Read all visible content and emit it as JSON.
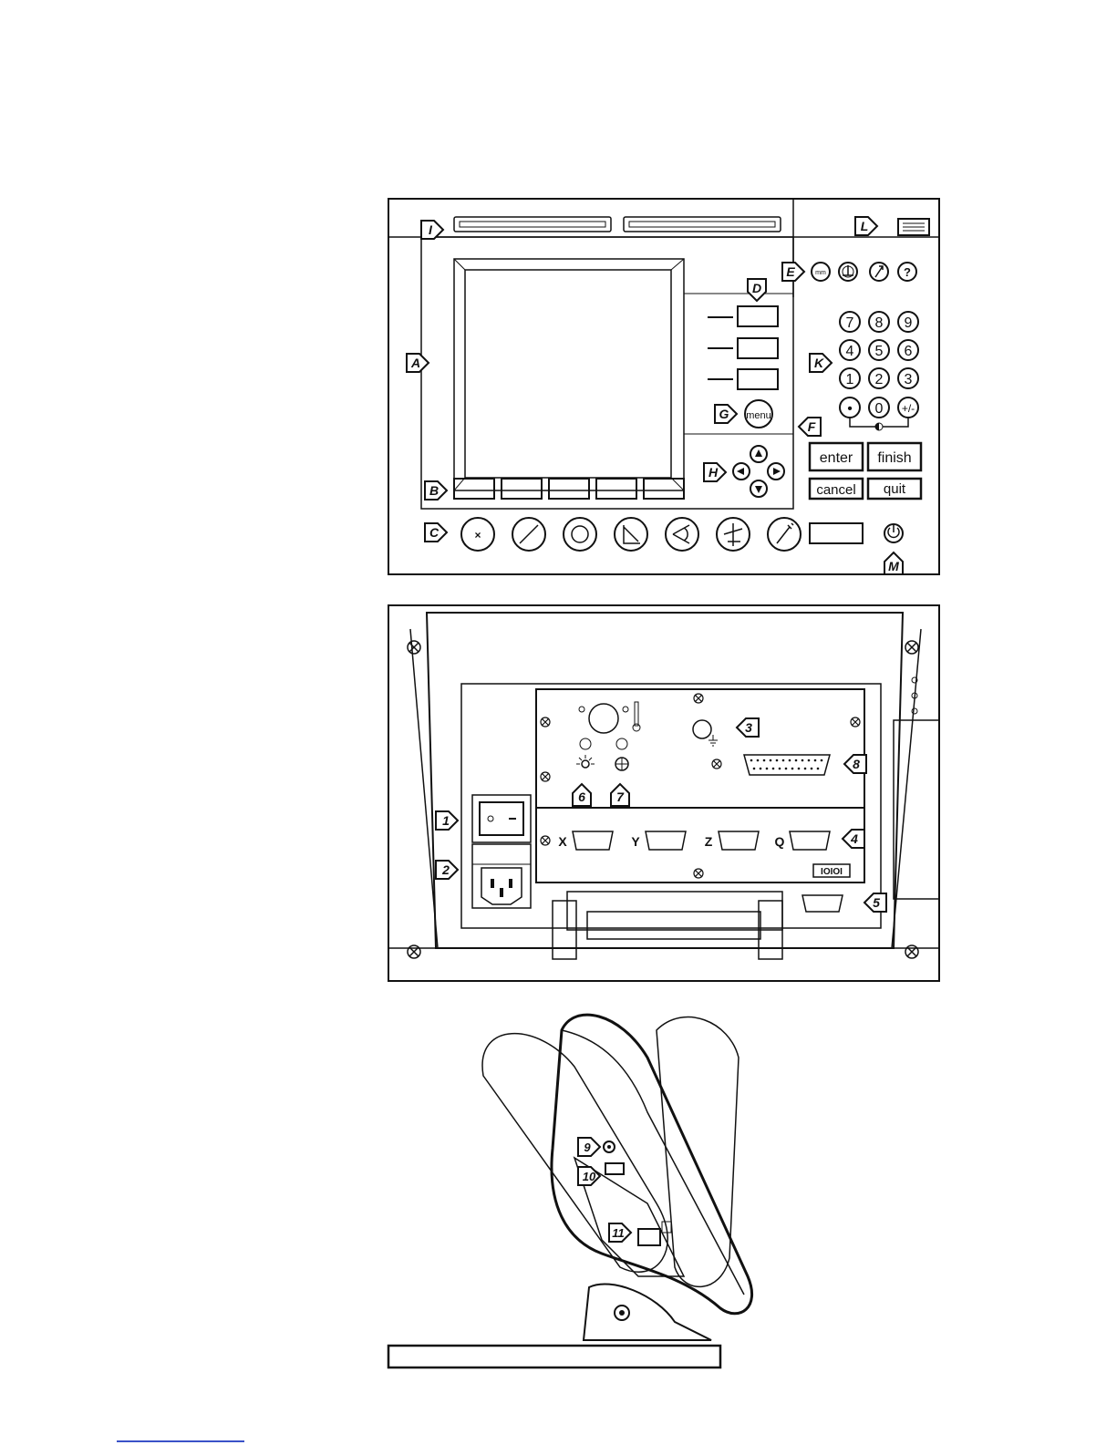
{
  "front_panel": {
    "callouts": {
      "I": "I",
      "L": "L",
      "E": "E",
      "D": "D",
      "A": "A",
      "K": "K",
      "G": "G",
      "F": "F",
      "H": "H",
      "B": "B",
      "C": "C",
      "M": "M"
    },
    "keypad": {
      "digits": [
        "7",
        "8",
        "9",
        "4",
        "5",
        "6",
        "1",
        "2",
        "3",
        "0"
      ],
      "decimal": "•",
      "plus_minus": "+/-"
    },
    "unit_key": "mm",
    "menu_key": "menu",
    "buttons": {
      "enter": "enter",
      "finish": "finish",
      "cancel": "cancel",
      "quit": "quit"
    },
    "icons": [
      "mm-key-icon",
      "datum-icon",
      "probe-icon",
      "help-icon",
      "measure-point-icon",
      "measure-line-icon",
      "measure-circle-icon",
      "measure-distance-icon",
      "measure-angle-icon",
      "measure-skew-icon",
      "measure-magic-wand-icon",
      "power-icon",
      "contrast-icon"
    ]
  },
  "rear_panel": {
    "callouts": [
      "1",
      "2",
      "3",
      "4",
      "5",
      "6",
      "7",
      "8"
    ],
    "axis_labels": [
      "X",
      "Y",
      "Z",
      "Q"
    ],
    "serial_label": "IOIOI"
  },
  "side_view": {
    "callouts": [
      "9",
      "10",
      "11"
    ]
  }
}
